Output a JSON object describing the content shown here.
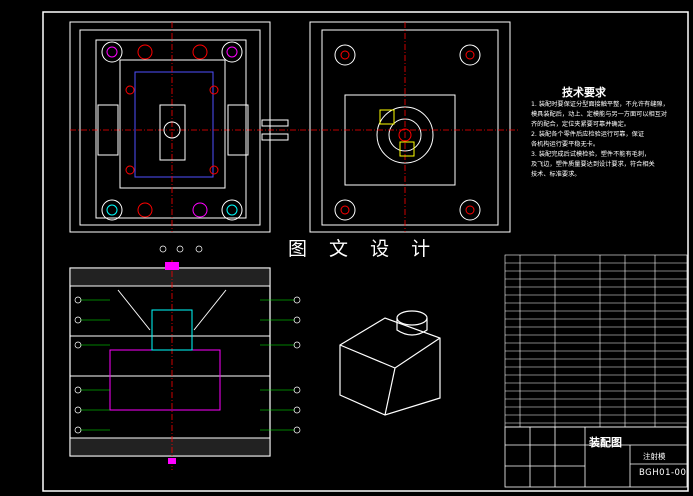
{
  "watermark": "图 文 设 计",
  "requirements": {
    "title": "技术要求",
    "lines": [
      "1. 装配时要保证分型面接触平整，不允许有缝隙，",
      "模具装配后，动上、定模能与另一方面可以相互对",
      "齐的配合，定位夹紧要可靠并确定。",
      "2. 装配各个零件后应检验运行可靠，保证",
      "各机构运行要平稳无卡。",
      "3. 装配完成后试模检验，塑件不能有毛刺，",
      "及飞边，塑件质量要达到设计要求，符合相关",
      "技术、标准要求。"
    ]
  },
  "title_block": {
    "drawing_title": "装配图",
    "part_name": "注射模",
    "drawing_code": "BGH01-00"
  },
  "colors": {
    "background": "#000000",
    "outline": "#ffffff",
    "cyan": "#00ffff",
    "red": "#ff0000",
    "magenta": "#ff00ff",
    "yellow": "#ffff00",
    "green": "#00ff00",
    "blue": "#4f4fff"
  }
}
